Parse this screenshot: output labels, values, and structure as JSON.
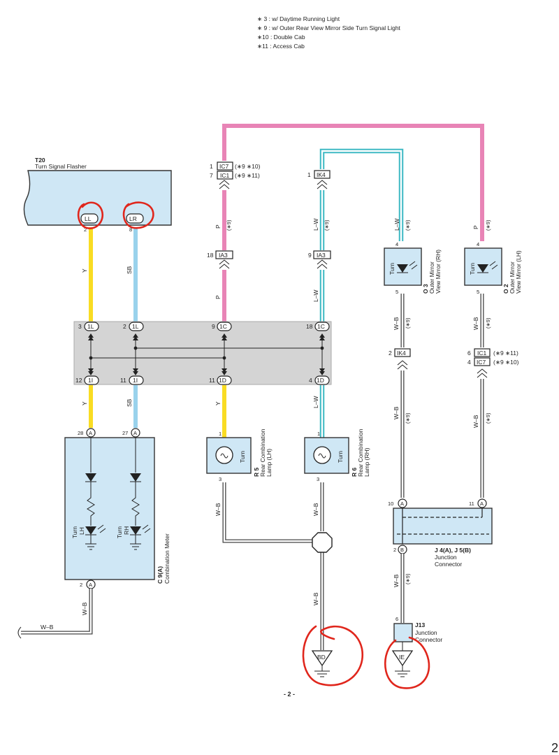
{
  "notes": [
    "∗ 3 : w/ Daytime Running Light",
    "∗ 9 : w/ Outer Rear View Mirror Side Turn Signal Light",
    "∗10 : Double Cab",
    "∗11 : Access Cab"
  ],
  "flasher": {
    "code": "T20",
    "name": "Turn Signal Flasher",
    "pin_ll": "LL",
    "pin_lr": "LR",
    "pin_ll_no": "2",
    "pin_lr_no": "8"
  },
  "wires": {
    "y": "Y",
    "sb": "SB",
    "p": "P",
    "lw": "L–W",
    "wb": "W–B",
    "note9": "(∗9)"
  },
  "connectors": {
    "ic7_top": {
      "pin": "1",
      "label": "IC7",
      "note": "(∗9 ∗10)"
    },
    "ic1_top": {
      "pin": "7",
      "label": "IC1",
      "note": "(∗9 ∗11)"
    },
    "ik4_top": {
      "pin": "1",
      "label": "IK4"
    },
    "ia3_left": {
      "pin": "18",
      "label": "IA3"
    },
    "ia3_right": {
      "pin": "9",
      "label": "IA3"
    },
    "ik4_mid": {
      "pin": "2",
      "label": "IK4"
    },
    "ic1_mid": {
      "pin": "6",
      "label": "IC1",
      "note": "(∗9 ∗11)"
    },
    "ic7_mid": {
      "pin": "4",
      "label": "IC7",
      "note": "(∗9 ∗10)"
    }
  },
  "junction_block": {
    "top": [
      {
        "pin": "3",
        "label": "1L"
      },
      {
        "pin": "2",
        "label": "1L"
      },
      {
        "pin": "9",
        "label": "1C"
      },
      {
        "pin": "18",
        "label": "1C"
      }
    ],
    "bottom": [
      {
        "pin": "12",
        "label": "1I"
      },
      {
        "pin": "11",
        "label": "1I"
      },
      {
        "pin": "11",
        "label": "1D"
      },
      {
        "pin": "4",
        "label": "1D"
      }
    ]
  },
  "mirror_rh": {
    "code": "O 3",
    "name1": "Outer Mirror",
    "name2": "View Mirror (RH)",
    "label": "Turn",
    "pin_in": "4",
    "pin_out": "5"
  },
  "mirror_lh": {
    "code": "O 2",
    "name1": "Outer Mirror",
    "name2": "View Mirror (LH)",
    "label": "Turn",
    "pin_in": "4",
    "pin_out": "5"
  },
  "meter": {
    "code": "C 9(A)",
    "name": "Combination Meter",
    "pin_a28": "28",
    "pin_a27": "27",
    "pin_a2": "2",
    "conn": "A",
    "lh_turn": "Turn",
    "lh_side": "LH",
    "rh_turn": "Turn",
    "rh_side": "RH"
  },
  "lamp_lh": {
    "code": "R 5",
    "name1": "Rear Combination",
    "name2": "Lamp (LH)",
    "label": "Turn",
    "pin_in": "1",
    "pin_out": "3"
  },
  "lamp_rh": {
    "code": "R 6",
    "name1": "Rear Combination",
    "name2": "Lamp (RH)",
    "label": "Turn",
    "pin_in": "1",
    "pin_out": "3"
  },
  "junction_j4": {
    "code": "J 4(A), J 5(B)",
    "name1": "Junction",
    "name2": "Connector",
    "pin_a10": "10",
    "pin_a11": "11",
    "pin_b2": "2",
    "conn_a": "A",
    "conn_b": "B"
  },
  "junction_j13": {
    "code": "J13",
    "name1": "Junction",
    "name2": "Connector",
    "pin": "6"
  },
  "grounds": {
    "bd": "BD",
    "ie": "IE"
  },
  "page_number": "- 2 -",
  "corner_mark": "2"
}
